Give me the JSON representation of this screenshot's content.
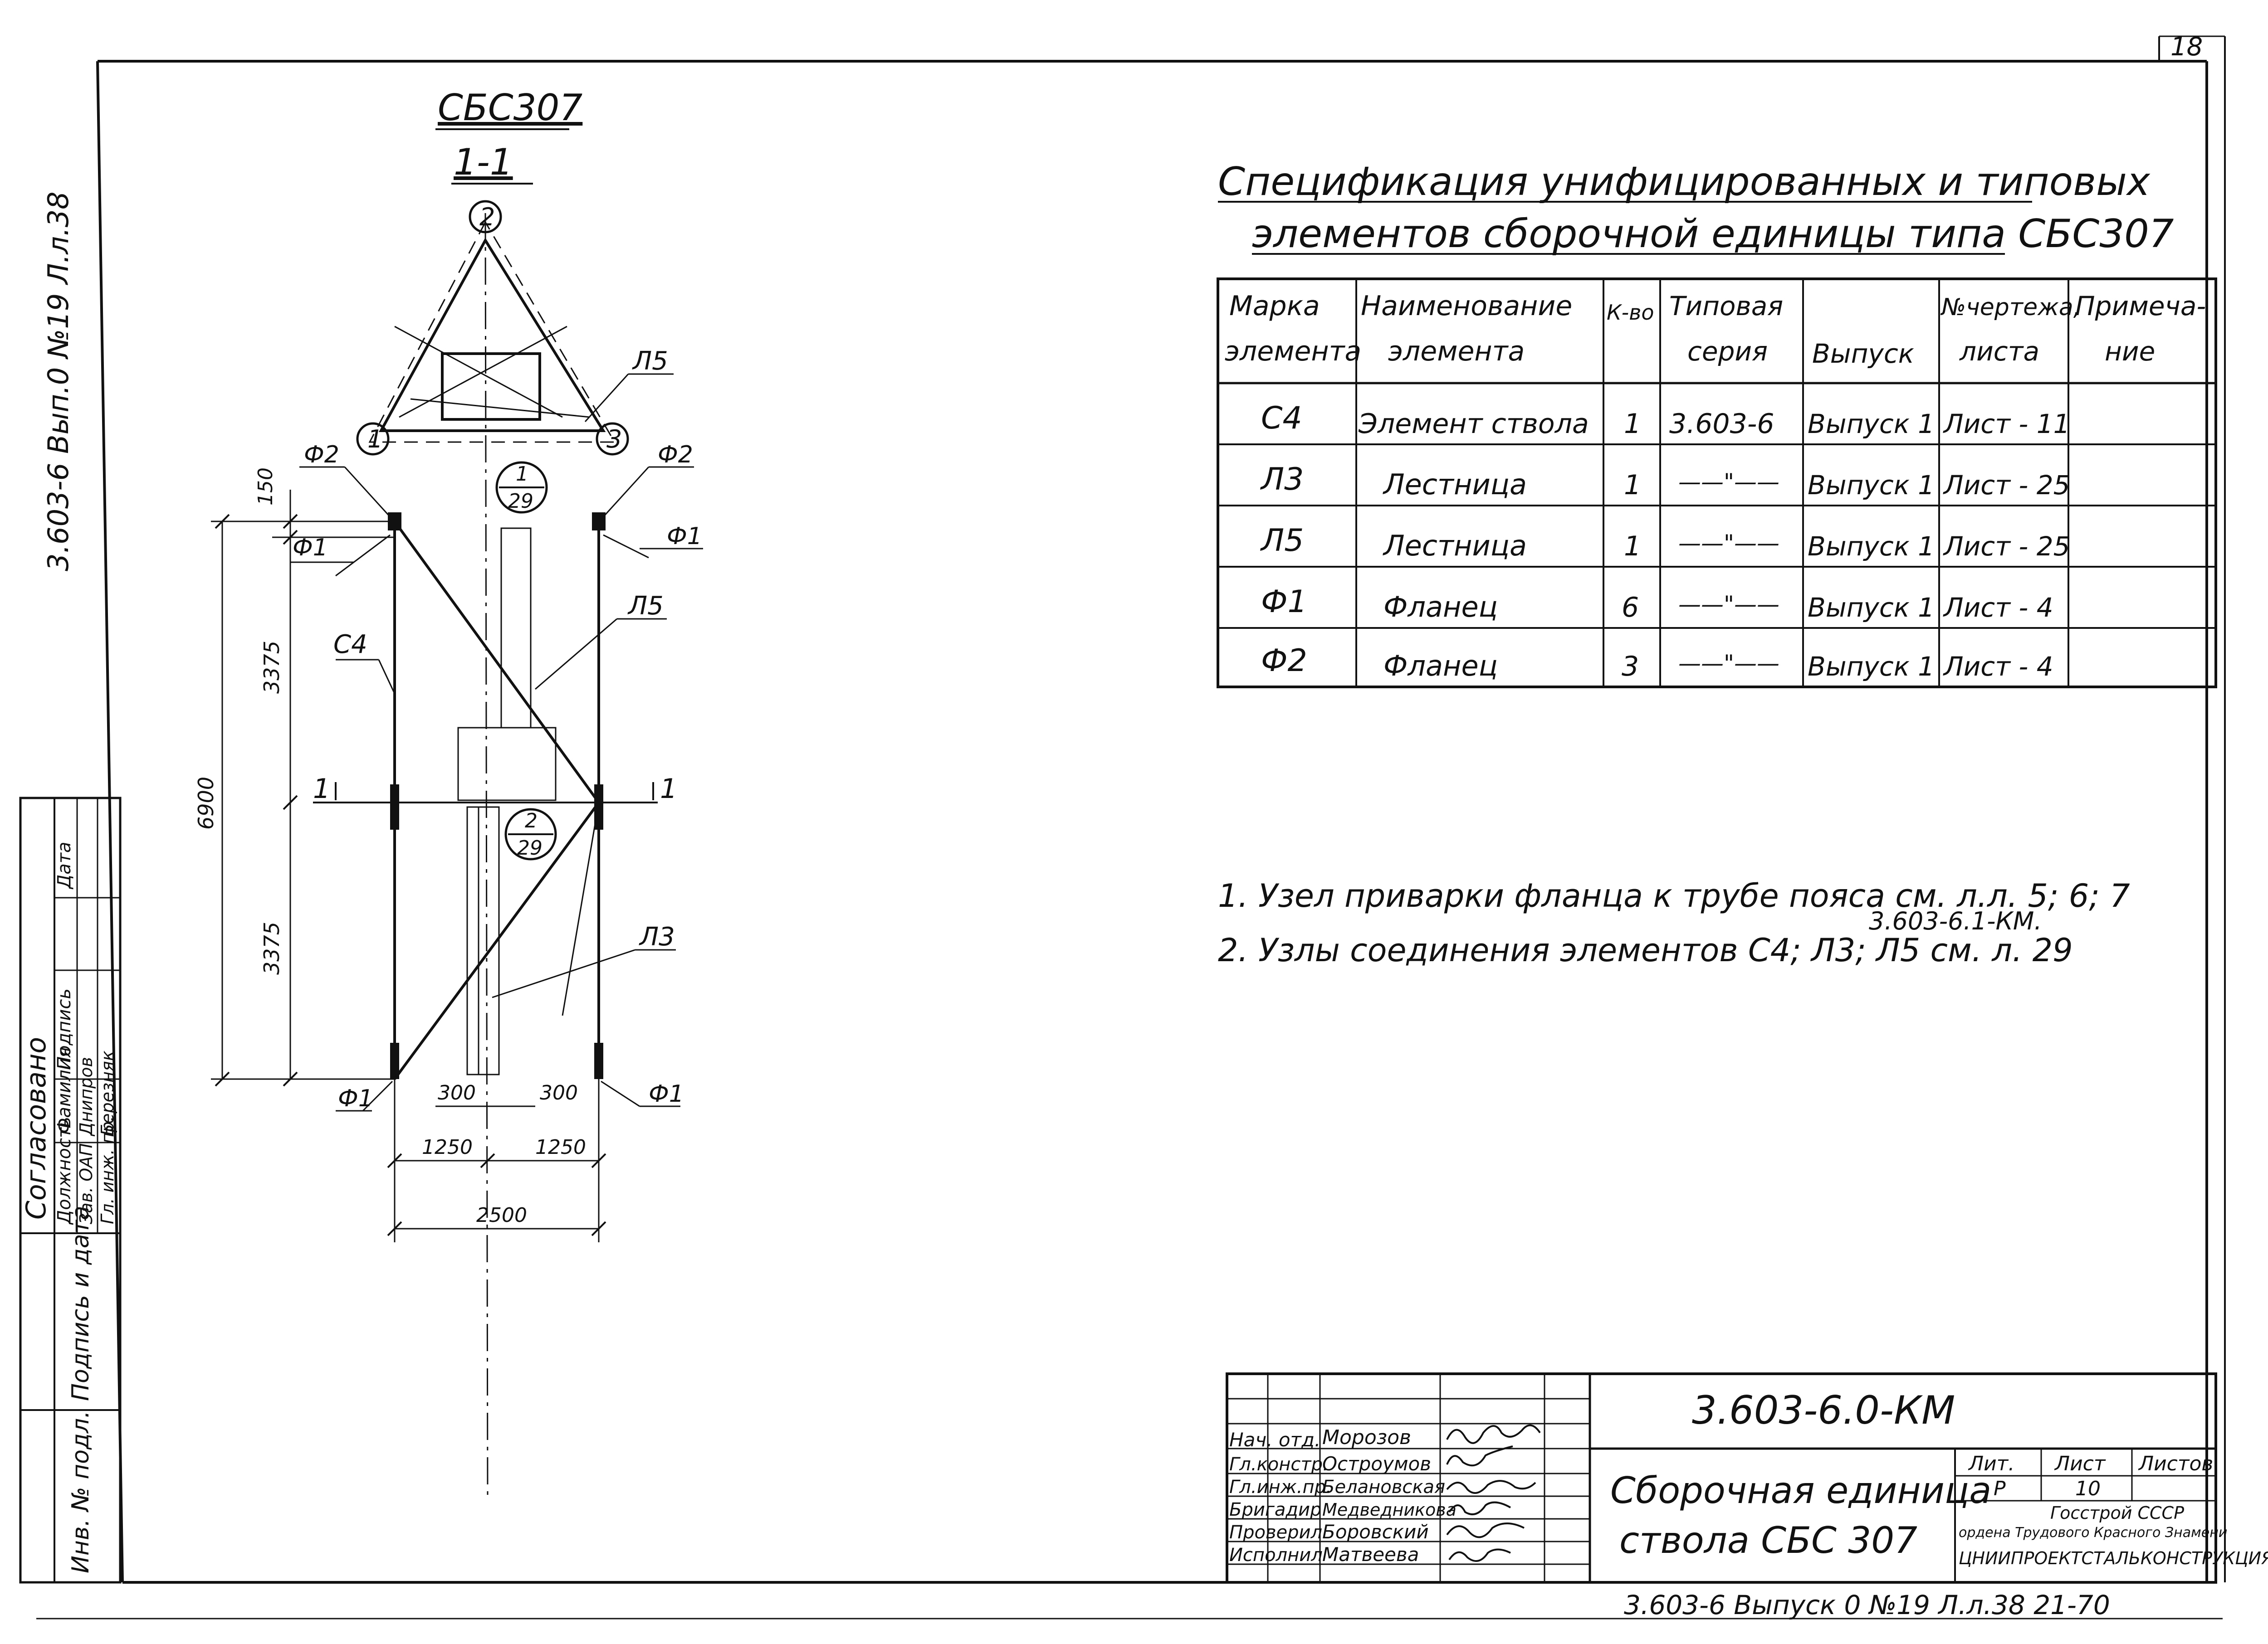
{
  "sheet": {
    "sheet_number": "18",
    "drawing_code": "3.603-6.0-КМ",
    "drawing_title_line1": "Сборочная единица",
    "drawing_title_line2": "ствола СБС 307",
    "side_reference": "3.603-6  Вып.0  №19  Л.л.38",
    "bottom_reference": "3.603-6   Выпуск 0   №19  Л.л.38   21-70"
  },
  "view": {
    "title": "СБС307",
    "section": "1-1",
    "callouts": {
      "node1": "1",
      "node2": "2",
      "node3": "3",
      "ref_top_num": "1",
      "ref_top_den": "29",
      "ref_mid_num": "2",
      "ref_mid_den": "29"
    },
    "labels": {
      "l5_top": "Л5",
      "f2_left": "Ф2",
      "f2_right": "Ф2",
      "f1_left_top": "Ф1",
      "f1_right_top": "Ф1",
      "l5_mid": "Л5",
      "c4": "С4",
      "cut_left": "1",
      "cut_right": "1",
      "l3": "Л3",
      "f1_left_bottom": "Ф1",
      "f1_right_bottom": "Ф1"
    },
    "dimensions": {
      "d150": "150",
      "d3375_top": "3375",
      "d3375_bottom": "3375",
      "d6900": "6900",
      "d300_left": "300",
      "d300_right": "300",
      "d1250_left": "1250",
      "d1250_right": "1250",
      "d2500": "2500"
    }
  },
  "spec": {
    "title_line1": "Спецификация  унифицированных и типовых",
    "title_line2": "элементов сборочной единицы типа СБС307",
    "headers": [
      [
        "Марка",
        "элемента"
      ],
      [
        "Наименование",
        "элемента"
      ],
      [
        "К-во",
        ""
      ],
      [
        "Типовая",
        "серия"
      ],
      [
        "",
        "Выпуск"
      ],
      [
        "№чертежа,",
        "листа"
      ],
      [
        "Примеча-",
        "ние"
      ]
    ],
    "rows": [
      [
        "С4",
        "Элемент ствола",
        "1",
        "3.603-6",
        "Выпуск 1",
        "Лист - 11",
        ""
      ],
      [
        "Л3",
        "Лестница",
        "1",
        "——\"——",
        "Выпуск 1",
        "Лист - 25",
        ""
      ],
      [
        "Л5",
        "Лестница",
        "1",
        "——\"——",
        "Выпуск 1",
        "Лист - 25",
        ""
      ],
      [
        "Ф1",
        "Фланец",
        "6",
        "——\"——",
        "Выпуск 1",
        "Лист - 4",
        ""
      ],
      [
        "Ф2",
        "Фланец",
        "3",
        "——\"——",
        "Выпуск 1",
        "Лист - 4",
        ""
      ]
    ]
  },
  "notes": {
    "note1": "1. Узел приварки  фланца к трубе пояса см. л.л. 5; 6; 7",
    "note1_sub": "3.603-6.1-КМ.",
    "note2": "2. Узлы соединения  элементов С4; Л3; Л5 см. л. 29"
  },
  "left_stamp": {
    "agreed": "Согласовано",
    "headers": [
      "Должность",
      "Фамилия",
      "Подпись",
      "Дата"
    ],
    "rows": [
      [
        "Зав. ОАП",
        "Днипров",
        "",
        ""
      ],
      [
        "Гл. инж. пр.",
        "Березняк",
        "",
        ""
      ]
    ],
    "sign_date": "Подпись и дата",
    "inv_no": "Инв. № подл."
  },
  "title_block": {
    "people": [
      [
        "Нач. отд.",
        "Морозов"
      ],
      [
        "Гл.констр.",
        "Остроумов"
      ],
      [
        "Гл.инж.пр.",
        "Белановская"
      ],
      [
        "Бригадир",
        "Медведникова"
      ],
      [
        "Проверил",
        "Боровский"
      ],
      [
        "Исполнил",
        "Матвеева"
      ]
    ],
    "lit_label": "Лит.",
    "sheet_label": "Лист",
    "sheets_label": "Листов",
    "lit_value": "Р",
    "sheet_value": "10",
    "org_line1": "Госстрой СССР",
    "org_line2": "ордена Трудового Красного Знамени",
    "org_line3": "ЦНИИПРОЕКТСТАЛЬКОНСТРУКЦИЯ"
  }
}
